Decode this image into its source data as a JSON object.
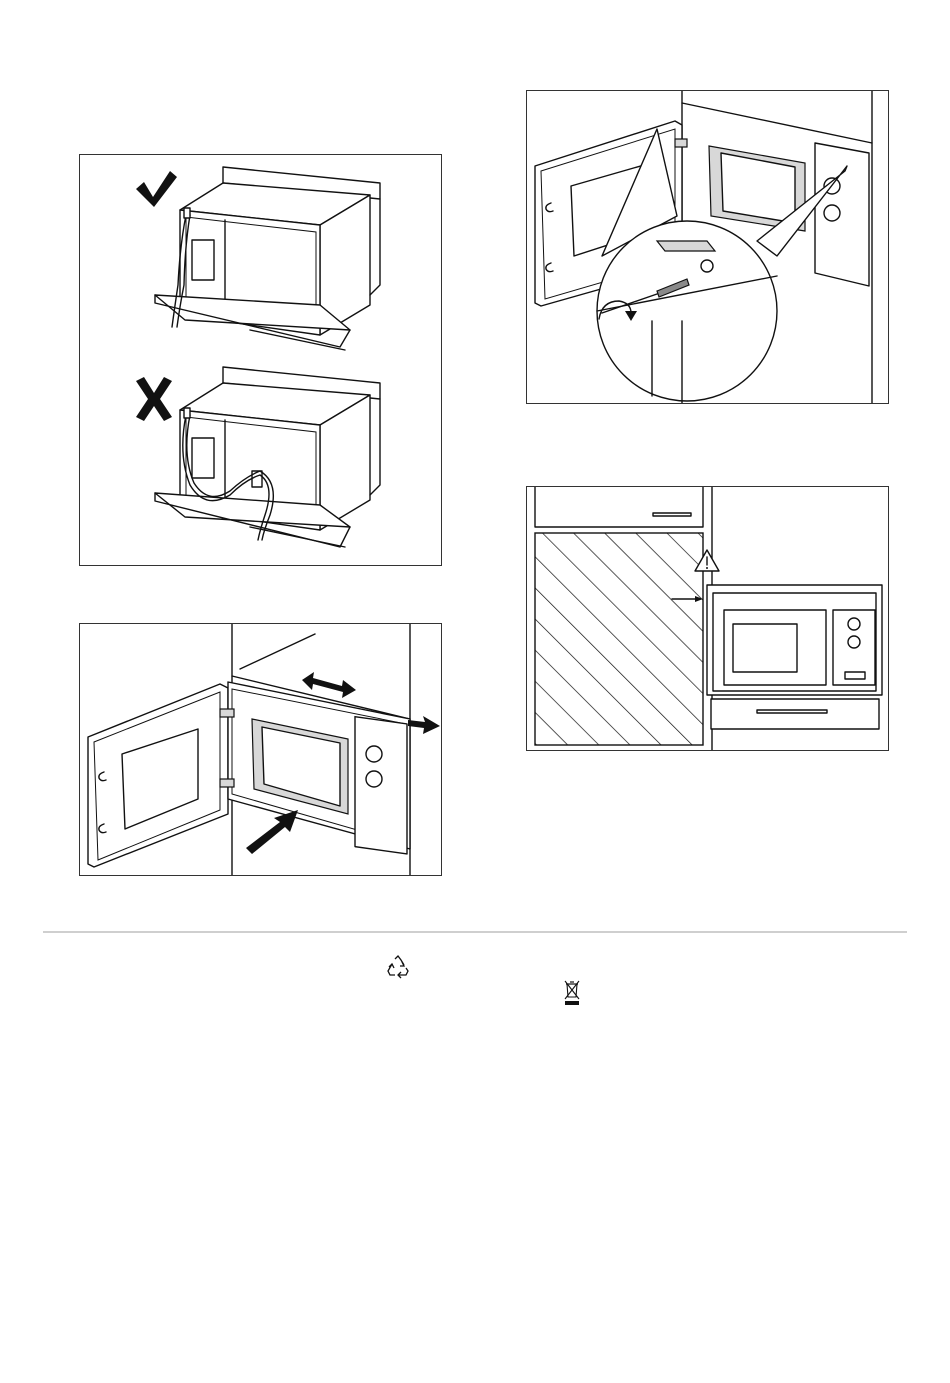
{
  "figures": [
    {
      "id": "fig-cable",
      "description_icons": [
        "check-mark-icon",
        "cross-mark-icon"
      ]
    },
    {
      "id": "fig-insert"
    },
    {
      "id": "fig-screw"
    },
    {
      "id": "fig-clearance",
      "icons": [
        "warning-triangle-icon"
      ]
    }
  ],
  "footer": {
    "icons": [
      "recycle-icon",
      "crossed-bin-icon"
    ]
  },
  "colors": {
    "line": "#111111",
    "rule": "#cfcfcf",
    "hatch_fill": "#ffffff"
  }
}
